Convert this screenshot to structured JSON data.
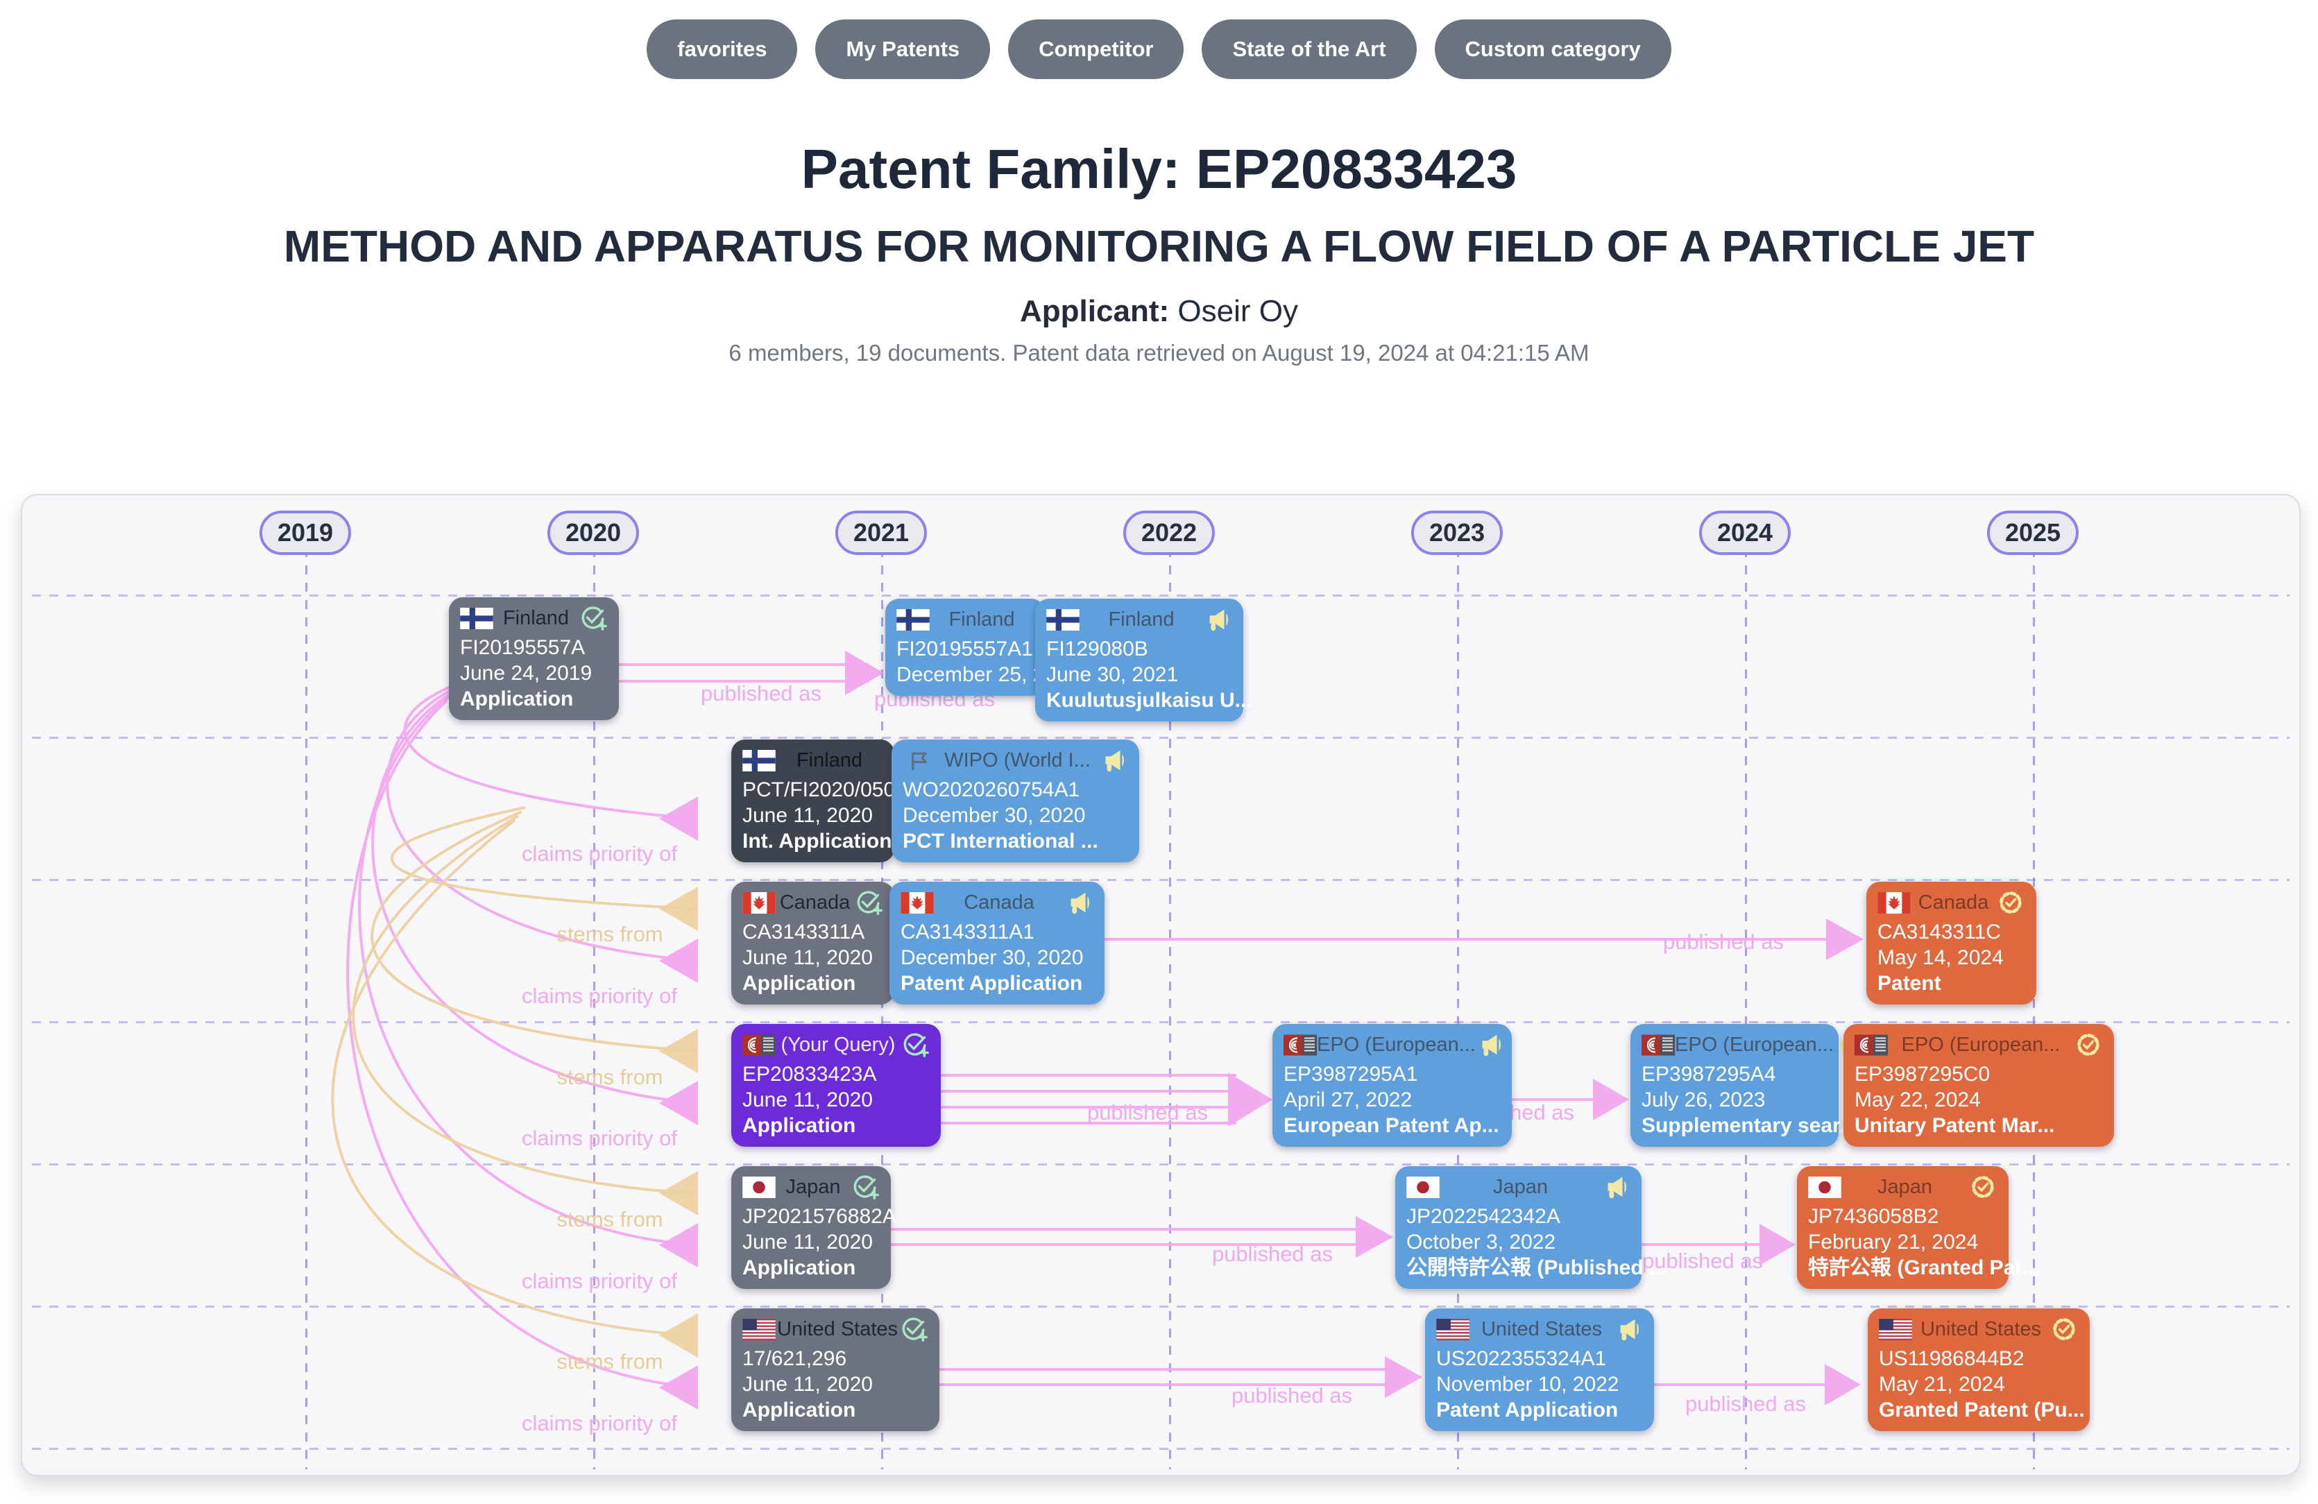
{
  "categories": [
    "favorites",
    "My Patents",
    "Competitor",
    "State of the Art",
    "Custom category"
  ],
  "header": {
    "title": "Patent Family: EP20833423",
    "subtitle": "METHOD AND APPARATUS FOR MONITORING A FLOW FIELD OF A PARTICLE JET",
    "applicant_label": "Applicant:",
    "applicant_name": "Oseir Oy",
    "meta": "6 members, 19 documents. Patent data retrieved on August 19, 2024 at 04:21:15 AM"
  },
  "timeline": {
    "years": [
      "2019",
      "2020",
      "2021",
      "2022",
      "2023",
      "2024",
      "2025"
    ]
  },
  "edge_labels": {
    "published_as": "published as",
    "claims_priority": "claims priority of",
    "stems_from": "stems from"
  },
  "nodes": [
    {
      "id": "fi-2019",
      "country": "Finland",
      "flag": "fi",
      "number": "FI20195557A",
      "date": "June 24, 2019",
      "type": "Application",
      "variant": "gray",
      "icon": "added-check"
    },
    {
      "id": "fi-a1",
      "country": "Finland",
      "flag": "fi",
      "number": "FI20195557A1",
      "date": "December 25, 2...",
      "type": "",
      "variant": "blue",
      "icon": ""
    },
    {
      "id": "fi-b",
      "country": "Finland",
      "flag": "fi",
      "number": "FI129080B",
      "date": "June 30, 2021",
      "type": "Kuulutusjulkaisu U...",
      "variant": "blue",
      "icon": "megaphone"
    },
    {
      "id": "pct",
      "country": "Finland",
      "flag": "fi",
      "number": "PCT/FI2020/050...",
      "date": "June 11, 2020",
      "type": "Int. Application",
      "variant": "dark",
      "icon": ""
    },
    {
      "id": "wo",
      "country": "WIPO (World I...",
      "flag": "wipo",
      "number": "WO2020260754A1",
      "date": "December 30, 2020",
      "type": "PCT International ...",
      "variant": "blue",
      "icon": "megaphone"
    },
    {
      "id": "ca-a",
      "country": "Canada",
      "flag": "ca",
      "number": "CA3143311A",
      "date": "June 11, 2020",
      "type": "Application",
      "variant": "gray",
      "icon": "added-check"
    },
    {
      "id": "ca-a1",
      "country": "Canada",
      "flag": "ca",
      "number": "CA3143311A1",
      "date": "December 30, 2020",
      "type": "Patent Application",
      "variant": "blue",
      "icon": "megaphone"
    },
    {
      "id": "ca-c",
      "country": "Canada",
      "flag": "ca",
      "number": "CA3143311C",
      "date": "May 14, 2024",
      "type": "Patent",
      "variant": "orange",
      "icon": "seal"
    },
    {
      "id": "ep-query",
      "country": "(Your Query)",
      "flag": "epo",
      "number": "EP20833423A",
      "date": "June 11, 2020",
      "type": "Application",
      "variant": "purple",
      "icon": "added-check"
    },
    {
      "id": "ep-a1",
      "country": "EPO (European...",
      "flag": "epo",
      "number": "EP3987295A1",
      "date": "April 27, 2022",
      "type": "European Patent Ap...",
      "variant": "blue",
      "icon": "megaphone"
    },
    {
      "id": "ep-a4",
      "country": "EPO (European...",
      "flag": "epo",
      "number": "EP3987295A4",
      "date": "July 26, 2023",
      "type": "Supplementary sear...",
      "variant": "blue",
      "icon": "megaphone"
    },
    {
      "id": "ep-c0",
      "country": "EPO (European...",
      "flag": "epo",
      "number": "EP3987295C0",
      "date": "May 22, 2024",
      "type": "Unitary Patent Mar...",
      "variant": "orange",
      "icon": "seal"
    },
    {
      "id": "jp-a",
      "country": "Japan",
      "flag": "jp",
      "number": "JP2021576882A",
      "date": "June 11, 2020",
      "type": "Application",
      "variant": "gray",
      "icon": "added-check"
    },
    {
      "id": "jp-pub",
      "country": "Japan",
      "flag": "jp",
      "number": "JP2022542342A",
      "date": "October 3, 2022",
      "type": "公開特許公報 (Published ...",
      "variant": "blue",
      "icon": "megaphone"
    },
    {
      "id": "jp-b2",
      "country": "Japan",
      "flag": "jp",
      "number": "JP7436058B2",
      "date": "February 21, 2024",
      "type": "特許公報 (Granted Pat...",
      "variant": "orange",
      "icon": "seal"
    },
    {
      "id": "us-app",
      "country": "United States",
      "flag": "us",
      "number": "17/621,296",
      "date": "June 11, 2020",
      "type": "Application",
      "variant": "gray",
      "icon": "added-check"
    },
    {
      "id": "us-a1",
      "country": "United States",
      "flag": "us",
      "number": "US2022355324A1",
      "date": "November 10, 2022",
      "type": "Patent Application",
      "variant": "blue",
      "icon": "megaphone"
    },
    {
      "id": "us-b2",
      "country": "United States",
      "flag": "us",
      "number": "US11986844B2",
      "date": "May 21, 2024",
      "type": "Granted Patent (Pu...",
      "variant": "orange",
      "icon": "seal"
    }
  ],
  "edges": [
    {
      "from": "FI20195557A",
      "to": "FI20195557A1",
      "label": "published as"
    },
    {
      "from": "FI20195557A1",
      "to": "FI129080B",
      "label": "published as"
    },
    {
      "from": "PCT/FI2020/050...",
      "to": "WO2020260754A1",
      "label": "published as"
    },
    {
      "from": "CA3143311A",
      "to": "CA3143311A1",
      "label": "published as"
    },
    {
      "from": "CA3143311A1",
      "to": "CA3143311C",
      "label": "published as"
    },
    {
      "from": "EP20833423A",
      "to": "EP3987295A1",
      "label": "published as"
    },
    {
      "from": "EP3987295A1",
      "to": "EP3987295A4",
      "label": "published as"
    },
    {
      "from": "JP2021576882A",
      "to": "JP2022542342A",
      "label": "published as"
    },
    {
      "from": "JP2022542342A",
      "to": "JP7436058B2",
      "label": "published as"
    },
    {
      "from": "17/621,296",
      "to": "US2022355324A1",
      "label": "published as"
    },
    {
      "from": "US2022355324A1",
      "to": "US11986844B2",
      "label": "published as"
    },
    {
      "from": "PCT/FI2020/050...",
      "to": "FI20195557A",
      "label": "claims priority of"
    },
    {
      "from": "CA3143311A",
      "to": "FI20195557A",
      "label": "claims priority of"
    },
    {
      "from": "EP20833423A",
      "to": "FI20195557A",
      "label": "claims priority of"
    },
    {
      "from": "JP2021576882A",
      "to": "FI20195557A",
      "label": "claims priority of"
    },
    {
      "from": "17/621,296",
      "to": "FI20195557A",
      "label": "claims priority of"
    },
    {
      "from": "CA3143311A",
      "to": "PCT/FI2020/050...",
      "label": "stems from"
    },
    {
      "from": "EP20833423A",
      "to": "PCT/FI2020/050...",
      "label": "stems from"
    },
    {
      "from": "JP2021576882A",
      "to": "PCT/FI2020/050...",
      "label": "stems from"
    },
    {
      "from": "17/621,296",
      "to": "PCT/FI2020/050...",
      "label": "stems from"
    }
  ],
  "colors": {
    "application_gray": "#6d7280",
    "int_application_dark": "#3e4350",
    "publication_blue": "#5e9fdc",
    "query_purple": "#6d2bd7",
    "grant_orange": "#de693f",
    "published_edge_pink": "#f2a6ef",
    "stems_edge_tan": "#ecd1a0",
    "grid_purple": "#8d82e9"
  }
}
